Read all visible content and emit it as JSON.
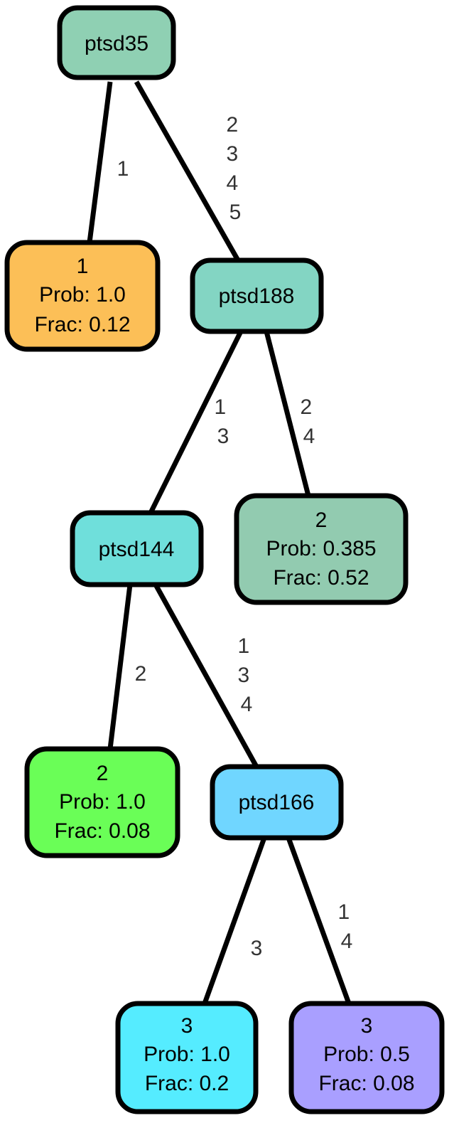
{
  "nodes": {
    "ptsd35": {
      "lines": [
        "ptsd35"
      ],
      "color": "#8fd0b3"
    },
    "leaf1": {
      "lines": [
        "1",
        "Prob: 1.0",
        "Frac: 0.12"
      ],
      "color": "#fcbf57"
    },
    "ptsd188": {
      "lines": [
        "ptsd188"
      ],
      "color": "#83d5c3"
    },
    "ptsd144": {
      "lines": [
        "ptsd144"
      ],
      "color": "#6fdfdb"
    },
    "leaf2a": {
      "lines": [
        "2",
        "Prob: 0.385",
        "Frac: 0.52"
      ],
      "color": "#92cbb0"
    },
    "leaf2b": {
      "lines": [
        "2",
        "Prob: 1.0",
        "Frac: 0.08"
      ],
      "color": "#6afe57"
    },
    "ptsd166": {
      "lines": [
        "ptsd166"
      ],
      "color": "#70d6ff"
    },
    "leaf3a": {
      "lines": [
        "3",
        "Prob: 1.0",
        "Frac: 0.2"
      ],
      "color": "#55ecff"
    },
    "leaf3b": {
      "lines": [
        "3",
        "Prob: 0.5",
        "Frac: 0.08"
      ],
      "color": "#a99fff"
    }
  },
  "edges": {
    "e1": {
      "from": "ptsd35",
      "to": "leaf1",
      "labels": [
        "1"
      ]
    },
    "e2": {
      "from": "ptsd35",
      "to": "ptsd188",
      "labels": [
        "2",
        "3",
        "4",
        "5"
      ]
    },
    "e3": {
      "from": "ptsd188",
      "to": "ptsd144",
      "labels": [
        "1",
        "3"
      ]
    },
    "e4": {
      "from": "ptsd188",
      "to": "leaf2a",
      "labels": [
        "2",
        "4"
      ]
    },
    "e5": {
      "from": "ptsd144",
      "to": "leaf2b",
      "labels": [
        "2"
      ]
    },
    "e6": {
      "from": "ptsd144",
      "to": "ptsd166",
      "labels": [
        "1",
        "3",
        "4"
      ]
    },
    "e7": {
      "from": "ptsd166",
      "to": "leaf3a",
      "labels": [
        "3"
      ]
    },
    "e8": {
      "from": "ptsd166",
      "to": "leaf3b",
      "labels": [
        "1",
        "4"
      ]
    }
  }
}
